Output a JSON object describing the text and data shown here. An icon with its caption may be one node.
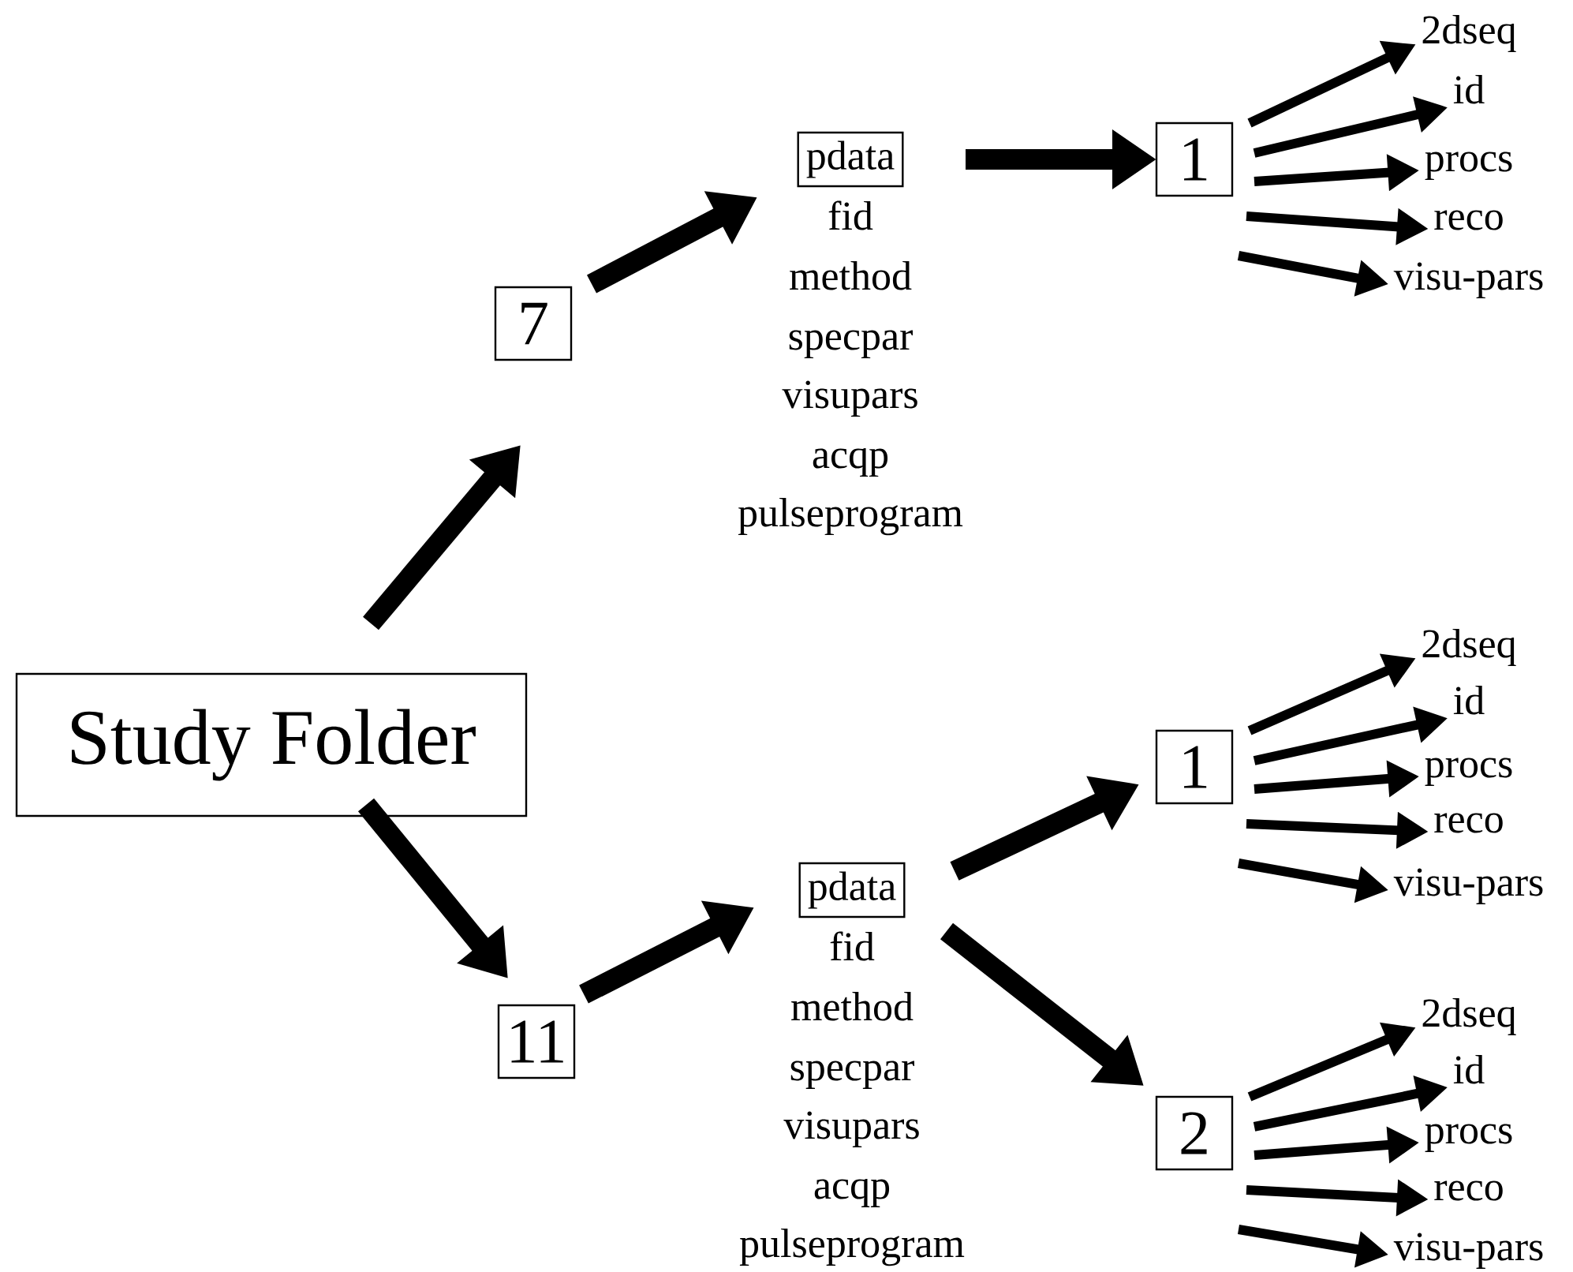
{
  "diagram": {
    "nodes": [
      {
        "text": [
          "Study Folder"
        ]
      },
      {
        "text": [
          "7"
        ]
      },
      {
        "text": [
          "pdata"
        ],
        "beside": [
          "fid",
          "method",
          "specpar",
          "visupars",
          "acqp",
          "pulseprogram"
        ]
      },
      {
        "text": [
          "1"
        ]
      },
      {
        "text": [
          "2dseq"
        ]
      },
      {
        "text": [
          "id"
        ]
      },
      {
        "text": [
          "procs"
        ]
      },
      {
        "text": [
          "reco"
        ]
      },
      {
        "text": [
          "visu-pars"
        ]
      },
      {
        "text": [
          "11"
        ]
      },
      {
        "text": [
          "pdata"
        ],
        "beside": [
          "fid",
          "method",
          "specpar",
          "visupars",
          "acqp",
          "pulseprogram"
        ]
      },
      {
        "text": [
          "1"
        ]
      },
      {
        "text": [
          "2dseq"
        ]
      },
      {
        "text": [
          "id"
        ]
      },
      {
        "text": [
          "procs"
        ]
      },
      {
        "text": [
          "reco"
        ]
      },
      {
        "text": [
          "visu-pars"
        ]
      },
      {
        "text": [
          "2"
        ]
      },
      {
        "text": [
          "2dseq"
        ]
      },
      {
        "text": [
          "id"
        ]
      },
      {
        "text": [
          "procs"
        ]
      },
      {
        "text": [
          "reco"
        ]
      },
      {
        "text": [
          "visu-pars"
        ]
      }
    ],
    "edges": [
      {
        "from": 0,
        "to": 1,
        "arrow": "to",
        "style": "thick"
      },
      {
        "from": 1,
        "to": 2,
        "arrow": "to",
        "style": "thick"
      },
      {
        "from": 2,
        "to": 3,
        "arrow": "to",
        "style": "thick"
      },
      {
        "from": 3,
        "to": 4,
        "arrow": "to"
      },
      {
        "from": 3,
        "to": 5,
        "arrow": "to"
      },
      {
        "from": 3,
        "to": 6,
        "arrow": "to"
      },
      {
        "from": 3,
        "to": 7,
        "arrow": "to"
      },
      {
        "from": 3,
        "to": 8,
        "arrow": "to"
      },
      {
        "from": 0,
        "to": 9,
        "arrow": "to",
        "style": "thick"
      },
      {
        "from": 9,
        "to": 10,
        "arrow": "to",
        "style": "thick"
      },
      {
        "from": 10,
        "to": 11,
        "arrow": "to",
        "style": "thick"
      },
      {
        "from": 11,
        "to": 12,
        "arrow": "to"
      },
      {
        "from": 11,
        "to": 13,
        "arrow": "to"
      },
      {
        "from": 11,
        "to": 14,
        "arrow": "to"
      },
      {
        "from": 11,
        "to": 15,
        "arrow": "to"
      },
      {
        "from": 11,
        "to": 16,
        "arrow": "to"
      },
      {
        "from": 10,
        "to": 17,
        "arrow": "to",
        "style": "thick"
      },
      {
        "from": 17,
        "to": 18,
        "arrow": "to"
      },
      {
        "from": 17,
        "to": 19,
        "arrow": "to"
      },
      {
        "from": 17,
        "to": 20,
        "arrow": "to"
      },
      {
        "from": 17,
        "to": 21,
        "arrow": "to"
      },
      {
        "from": 17,
        "to": 22,
        "arrow": "to"
      }
    ]
  }
}
